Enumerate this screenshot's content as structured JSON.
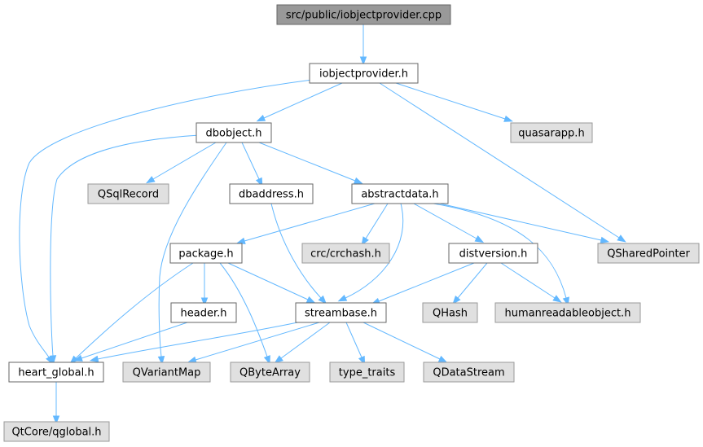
{
  "graph": {
    "nodes": [
      {
        "id": "root",
        "label": "src/public/iobjectprovider.cpp",
        "kind": "root"
      },
      {
        "id": "iobjectprovider",
        "label": "iobjectprovider.h",
        "kind": "doc"
      },
      {
        "id": "dbobject",
        "label": "dbobject.h",
        "kind": "doc"
      },
      {
        "id": "quasarapp",
        "label": "quasarapp.h",
        "kind": "ext"
      },
      {
        "id": "qsqlrecord",
        "label": "QSqlRecord",
        "kind": "ext"
      },
      {
        "id": "dbaddress",
        "label": "dbaddress.h",
        "kind": "doc"
      },
      {
        "id": "abstractdata",
        "label": "abstractdata.h",
        "kind": "doc"
      },
      {
        "id": "package",
        "label": "package.h",
        "kind": "doc"
      },
      {
        "id": "crchash",
        "label": "crc/crchash.h",
        "kind": "ext"
      },
      {
        "id": "distversion",
        "label": "distversion.h",
        "kind": "doc"
      },
      {
        "id": "qsharedpointer",
        "label": "QSharedPointer",
        "kind": "ext"
      },
      {
        "id": "header",
        "label": "header.h",
        "kind": "doc"
      },
      {
        "id": "streambase",
        "label": "streambase.h",
        "kind": "doc"
      },
      {
        "id": "qhash",
        "label": "QHash",
        "kind": "ext"
      },
      {
        "id": "humanreadable",
        "label": "humanreadableobject.h",
        "kind": "ext"
      },
      {
        "id": "heartglobal",
        "label": "heart_global.h",
        "kind": "doc"
      },
      {
        "id": "qvariantmap",
        "label": "QVariantMap",
        "kind": "ext"
      },
      {
        "id": "qbytearray",
        "label": "QByteArray",
        "kind": "ext"
      },
      {
        "id": "typetraits",
        "label": "type_traits",
        "kind": "ext"
      },
      {
        "id": "qdatastream",
        "label": "QDataStream",
        "kind": "ext"
      },
      {
        "id": "qglobal",
        "label": "QtCore/qglobal.h",
        "kind": "ext"
      }
    ],
    "edges": [
      [
        "root",
        "iobjectprovider"
      ],
      [
        "iobjectprovider",
        "dbobject"
      ],
      [
        "iobjectprovider",
        "quasarapp"
      ],
      [
        "iobjectprovider",
        "qsharedpointer"
      ],
      [
        "iobjectprovider",
        "heartglobal"
      ],
      [
        "dbobject",
        "qsqlrecord"
      ],
      [
        "dbobject",
        "dbaddress"
      ],
      [
        "dbobject",
        "abstractdata"
      ],
      [
        "dbobject",
        "heartglobal"
      ],
      [
        "dbobject",
        "qvariantmap"
      ],
      [
        "dbaddress",
        "streambase"
      ],
      [
        "abstractdata",
        "package"
      ],
      [
        "abstractdata",
        "crchash"
      ],
      [
        "abstractdata",
        "distversion"
      ],
      [
        "abstractdata",
        "qsharedpointer"
      ],
      [
        "abstractdata",
        "humanreadable"
      ],
      [
        "abstractdata",
        "streambase"
      ],
      [
        "package",
        "header"
      ],
      [
        "package",
        "streambase"
      ],
      [
        "package",
        "heartglobal"
      ],
      [
        "package",
        "qbytearray"
      ],
      [
        "distversion",
        "qhash"
      ],
      [
        "distversion",
        "humanreadable"
      ],
      [
        "distversion",
        "streambase"
      ],
      [
        "header",
        "heartglobal"
      ],
      [
        "streambase",
        "heartglobal"
      ],
      [
        "streambase",
        "qvariantmap"
      ],
      [
        "streambase",
        "qbytearray"
      ],
      [
        "streambase",
        "typetraits"
      ],
      [
        "streambase",
        "qdatastream"
      ],
      [
        "heartglobal",
        "qglobal"
      ]
    ]
  }
}
